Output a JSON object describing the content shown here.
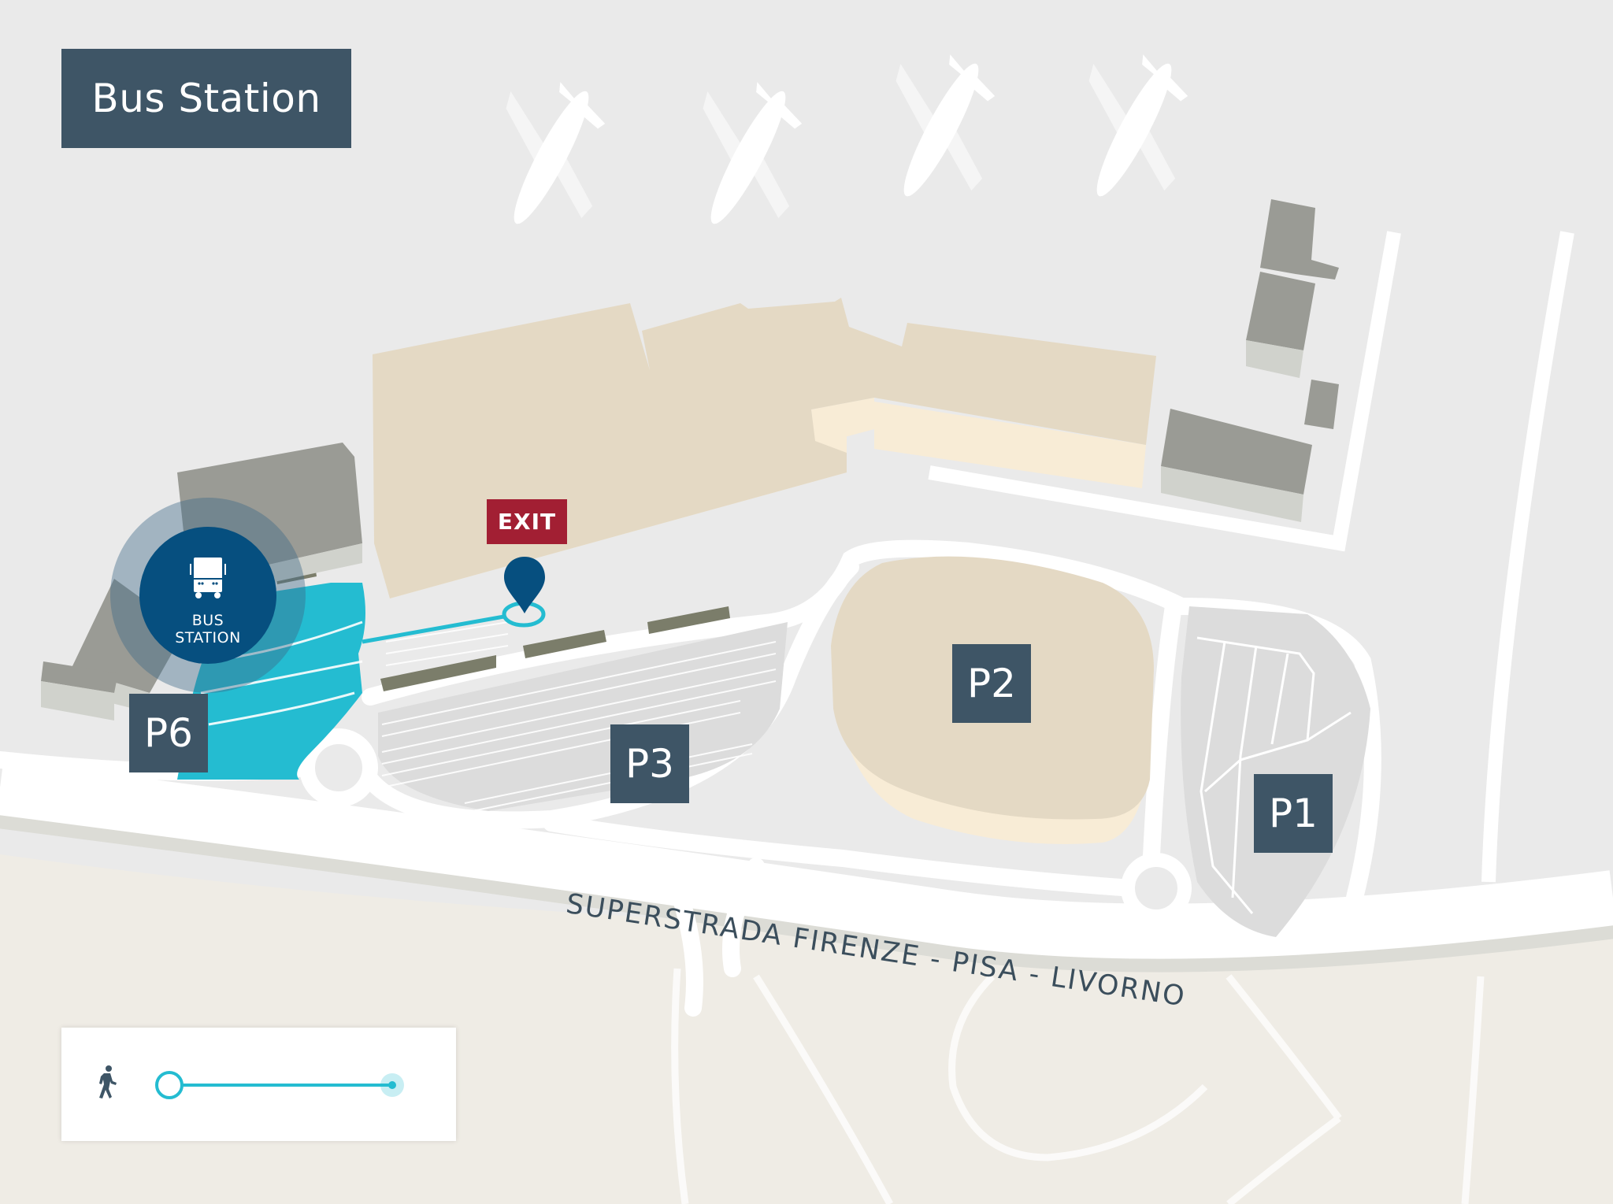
{
  "header": {
    "title": "Bus Station"
  },
  "markers": {
    "bus_station": {
      "line1": "BUS",
      "line2": "STATION",
      "icon": "bus-icon"
    },
    "exit": {
      "label": "EXIT",
      "icon": "location-pin-icon"
    }
  },
  "parking": [
    {
      "id": "P6",
      "label": "P6",
      "highlighted": true
    },
    {
      "id": "P3",
      "label": "P3"
    },
    {
      "id": "P2",
      "label": "P2"
    },
    {
      "id": "P1",
      "label": "P1"
    }
  ],
  "road": {
    "label": "SUPERSTRADA FIRENZE - PISA - LIVORNO"
  },
  "legend": {
    "icon": "walking-person-icon",
    "route": "walking-route"
  },
  "colors": {
    "label_bg": "#3e5566",
    "exit_red": "#a21f33",
    "bus_blue": "#064f7f",
    "route_cyan": "#24bcd1",
    "terminal": "#e4d9c4",
    "terminal_side": "#f8ecd6",
    "building_gray": "#9a9b95",
    "ground": "#eaeaea",
    "outer_ground": "#efece5"
  }
}
